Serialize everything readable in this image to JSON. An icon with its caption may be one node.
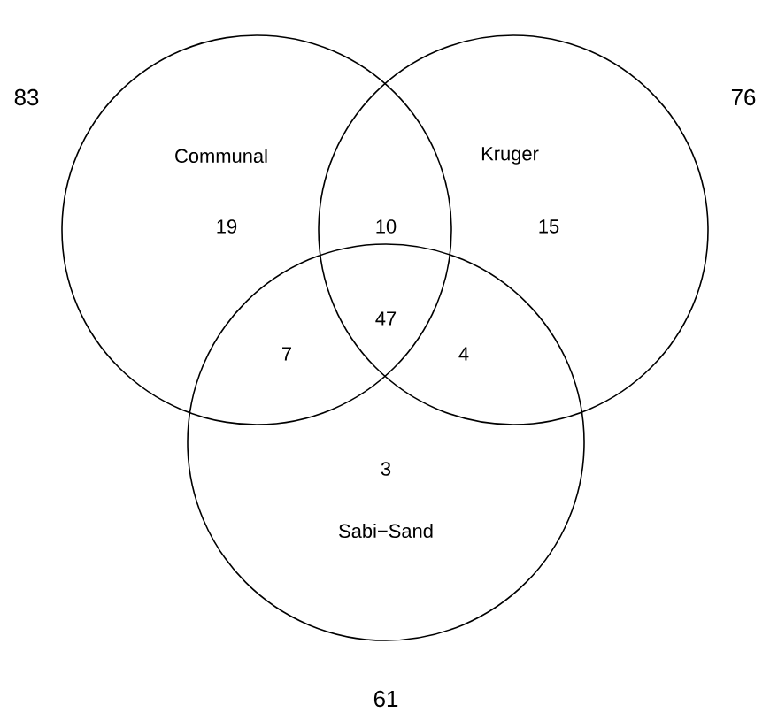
{
  "diagram": {
    "nodes": [
      {
        "text": [
          "Communal"
        ],
        "beside": [
          "83"
        ]
      },
      {
        "text": [
          "Kruger"
        ],
        "beside": [
          "76"
        ]
      },
      {
        "text": [
          "Sabi−Sand"
        ],
        "beside": [
          "61"
        ]
      }
    ],
    "labels": [
      "19",
      "10",
      "15",
      "47",
      "7",
      "4",
      "3"
    ]
  }
}
